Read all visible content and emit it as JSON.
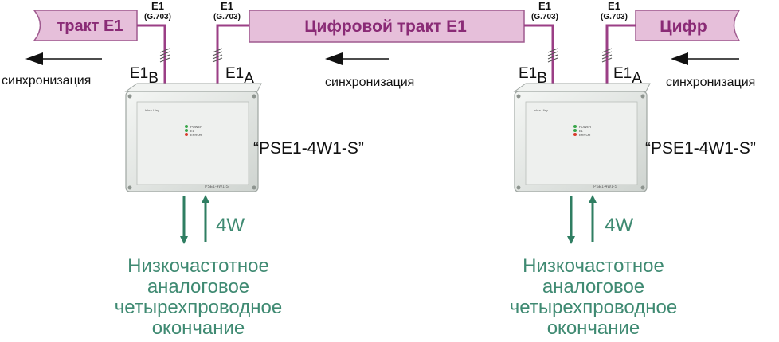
{
  "colors": {
    "link": "#9b3f86",
    "band_fill": "#e6bfda",
    "band_stroke": "#9f5a8f",
    "band_text": "#8a2b76",
    "arrow_green": "#2f7e62",
    "green_text": "#3f8a72",
    "box_body": "#e4e7e4",
    "box_top": "#f1f3f1",
    "box_edge": "#9fa6a2"
  },
  "bands": {
    "left": "тракт Е1",
    "center": "Цифровой тракт Е1",
    "right": "Цифр"
  },
  "interfaces": [
    {
      "name": "E1",
      "std": "(G.703)"
    },
    {
      "name": "E1",
      "std": "(G.703)"
    },
    {
      "name": "E1",
      "std": "(G.703)"
    },
    {
      "name": "E1",
      "std": "(G.703)"
    }
  ],
  "ports": [
    {
      "main": "E1",
      "sub": "B"
    },
    {
      "main": "E1",
      "sub": "A"
    },
    {
      "main": "E1",
      "sub": "B"
    },
    {
      "main": "E1",
      "sub": "A"
    }
  ],
  "sync_label": "синхронизация",
  "device": {
    "model": "“PSE1-4W1-S”",
    "panel_model": "PSE1-4W1-S",
    "brand": "Iskra Ulay",
    "leds": [
      "POWER",
      "E1",
      "ERROR"
    ]
  },
  "wire_label": "4W",
  "termination_lines": [
    "Низкочастотное",
    "аналоговое",
    "четырехпроводное",
    "окончание"
  ]
}
